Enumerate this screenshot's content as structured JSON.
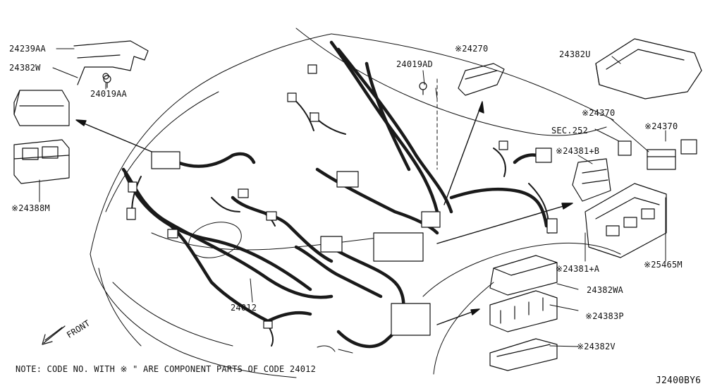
{
  "labels": {
    "p_24239AA": "24239AA",
    "p_24382W": "24382W",
    "p_24019AA": "24019AA",
    "p_24388M": "※24388M",
    "p_24019AD": "24019AD",
    "p_24270": "※24270",
    "p_24382U": "24382U",
    "p_24370_a": "※24370",
    "p_24370_b": "※24370",
    "p_sec252": "SEC.252",
    "p_24381B": "※24381+B",
    "p_24381A": "※24381+A",
    "p_25465M": "※25465M",
    "p_24382WA": "24382WA",
    "p_24383P": "※24383P",
    "p_24382V": "※24382V",
    "p_24012_main": "24012",
    "front": "FRONT"
  },
  "footer": {
    "note": "NOTE: CODE NO. WITH ※  \" ARE COMPONENT PARTS OF CODE 24012",
    "diagram_id": "J2400BY6"
  },
  "colors": {
    "line": "#111111",
    "harness": "#1a1a1a",
    "background": "#ffffff"
  }
}
